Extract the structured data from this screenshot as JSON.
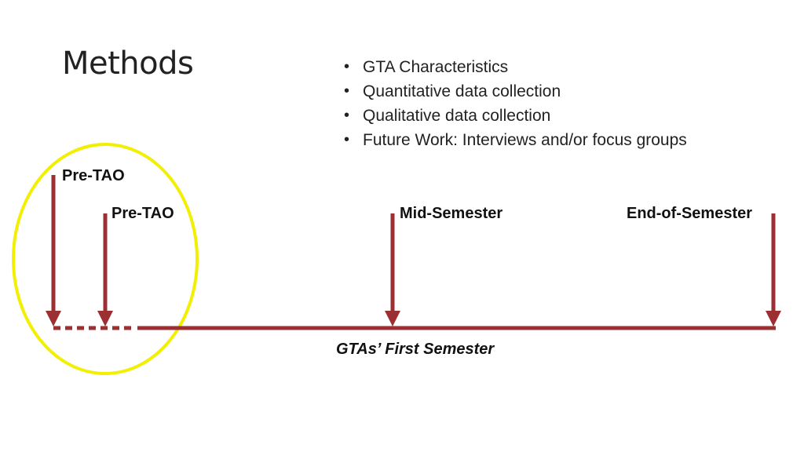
{
  "slide": {
    "title": "Methods",
    "bullets": [
      "GTA Characteristics",
      "Quantitative data collection",
      "Qualitative data collection",
      "Future Work:  Interviews and/or focus groups"
    ]
  },
  "timeline": {
    "markers": [
      {
        "label": "Pre-TAO"
      },
      {
        "label": "Pre-TAO"
      },
      {
        "label": "Mid-Semester"
      },
      {
        "label": "End-of-Semester"
      }
    ],
    "caption": "GTAs’ First Semester"
  },
  "colors": {
    "line": "#9b2f31",
    "highlight": "#f2ef00",
    "text": "#222222"
  }
}
